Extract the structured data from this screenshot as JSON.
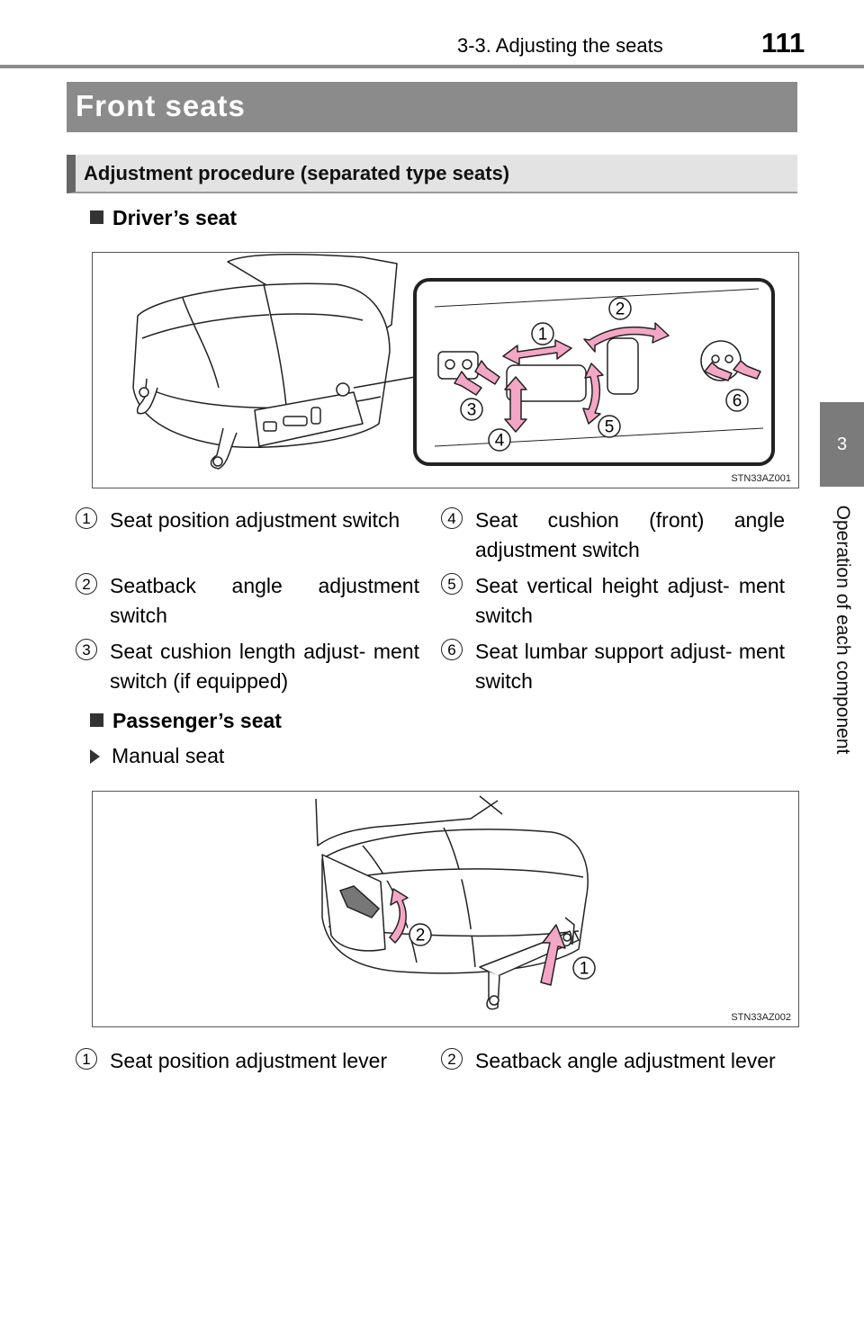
{
  "header": {
    "section": "3-3. Adjusting the seats",
    "page_number": "111"
  },
  "side_tab": {
    "chapter_number": "3",
    "chapter_title": "Operation of each component"
  },
  "title": "Front seats",
  "subtitle": "Adjustment procedure (separated type seats)",
  "drivers_seat": {
    "heading": "Driver’s seat",
    "figure_code": "STN33AZ001",
    "callouts": [
      "1",
      "2",
      "3",
      "4",
      "5",
      "6"
    ],
    "items": [
      {
        "num": "1",
        "text": "Seat position adjustment switch"
      },
      {
        "num": "2",
        "text": "Seatback angle adjustment switch"
      },
      {
        "num": "3",
        "text": "Seat cushion length adjust- ment switch (if equipped)"
      },
      {
        "num": "4",
        "text": "Seat cushion (front) angle adjustment switch"
      },
      {
        "num": "5",
        "text": "Seat vertical height adjust- ment switch"
      },
      {
        "num": "6",
        "text": "Seat lumbar support adjust- ment switch"
      }
    ]
  },
  "passenger_seat": {
    "heading": "Passenger’s seat",
    "sub_heading": "Manual seat",
    "figure_code": "STN33AZ002",
    "callouts": [
      "1",
      "2"
    ],
    "items": [
      {
        "num": "1",
        "text": "Seat position adjustment lever"
      },
      {
        "num": "2",
        "text": "Seatback angle adjustment lever"
      }
    ]
  },
  "colors": {
    "arrow_pink": "#f4a6c6",
    "title_bar": "#8b8b8b",
    "side_tab": "#7b7b7b"
  }
}
